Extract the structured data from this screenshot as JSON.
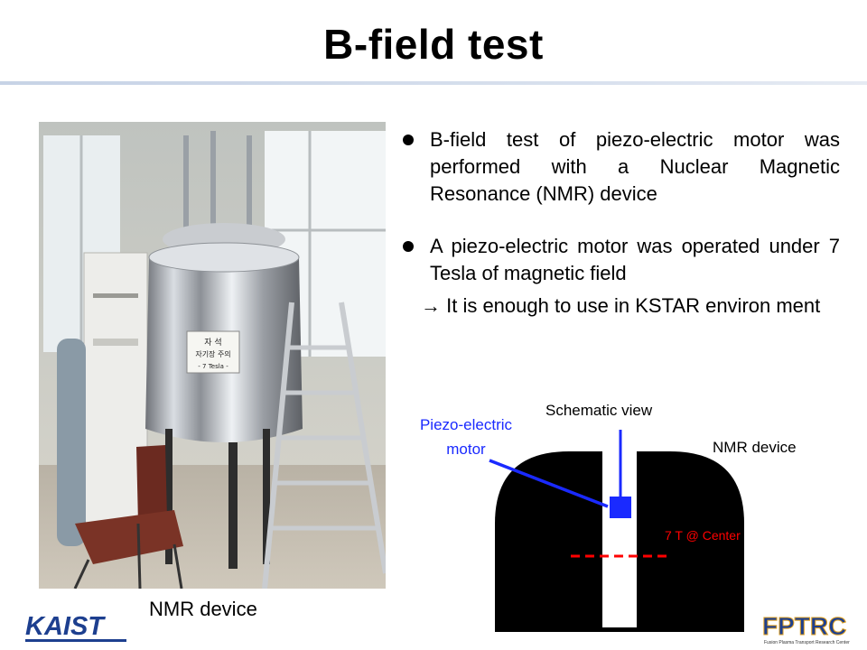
{
  "slide": {
    "title": "B-field test"
  },
  "photo": {
    "caption": "NMR device",
    "sign_line1": "자 석",
    "sign_line2": "자기장 주의",
    "sign_line3": "- 7 Tesla -"
  },
  "bullets": [
    {
      "text": "B-field test of piezo-electric motor was performed with a Nuclear Magnetic Resonance (NMR) device"
    },
    {
      "text": "A piezo-electric motor was operated under 7 Tesla of magnetic field"
    }
  ],
  "note": "→ It is enough to use in KSTAR environ ment",
  "schematic": {
    "title": "Schematic view",
    "piezo_label_1": "Piezo-electric",
    "piezo_label_2": "motor",
    "nmr_label": "NMR device",
    "center_label": "7 T @ Center"
  },
  "logos": {
    "kaist": "KAIST",
    "fptrc": "FPTRC",
    "fptrc_sub": "Fusion Plasma Transport Research Center"
  },
  "colors": {
    "blue": "#1a2aff",
    "red": "#ff0000",
    "kaist_blue": "#1d3f8f"
  }
}
